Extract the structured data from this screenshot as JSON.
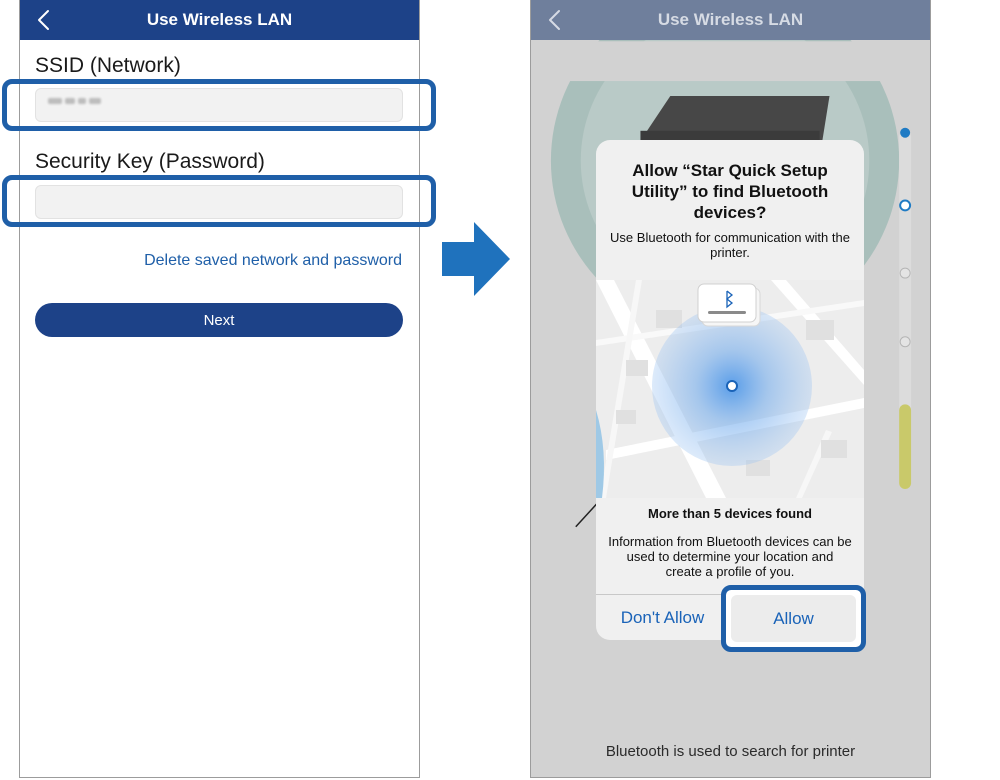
{
  "left_screen": {
    "nav_title": "Use Wireless LAN",
    "back_icon": "chevron-left-icon",
    "ssid_label": "SSID (Network)",
    "ssid_value": "",
    "security_label": "Security Key (Password)",
    "security_value": "",
    "delete_link": "Delete saved network and password",
    "next_button": "Next"
  },
  "flow_arrow_icon": "arrow-right-icon",
  "right_screen": {
    "nav_title": "Use Wireless LAN",
    "back_icon": "chevron-left-icon",
    "alert": {
      "title": "Allow “Star Quick Setup Utility” to find Bluetooth devices?",
      "message": "Use Bluetooth for communication with the printer.",
      "map_icon": "bluetooth-icon",
      "found_title": "More than 5 devices found",
      "found_description": "Information from Bluetooth devices can be used to determine your location and create a profile of you.",
      "deny_button": "Don't Allow",
      "allow_button": "Allow"
    },
    "bottom_caption": "Bluetooth is used to search for printer"
  },
  "colors": {
    "navbar": "#1d4288",
    "highlight": "#1f5fa8",
    "link": "#1f5fa8",
    "ios_blue": "#1a63b8",
    "progress_active": "#1f7bc4",
    "progress_yellow": "#cfcf6a"
  }
}
